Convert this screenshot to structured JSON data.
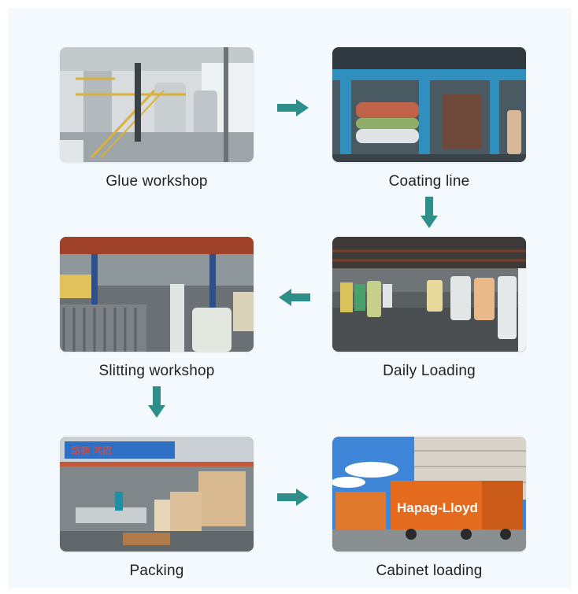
{
  "steps": [
    {
      "label": "Glue workshop"
    },
    {
      "label": "Coating line"
    },
    {
      "label": "Daily Loading"
    },
    {
      "label": "Slitting workshop"
    },
    {
      "label": "Packing"
    },
    {
      "label": "Cabinet loading"
    }
  ],
  "signs": {
    "truck_brand": "Hapag-Lloyd",
    "banner_text": "路顿 鸿招"
  },
  "colors": {
    "arrow": "#2e8f8a",
    "panel_bg": "#f3f9fc",
    "label": "#222222"
  }
}
